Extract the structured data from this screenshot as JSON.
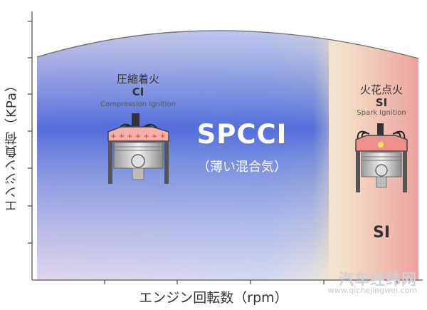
{
  "axes": {
    "y_label": "エンジン負荷（KPa）",
    "x_label": "エンジン回転数（rpm）"
  },
  "regions": {
    "spcci": {
      "title": "SPCCI",
      "subtitle": "（薄い混合気）",
      "color": "#3a5fd9"
    },
    "si": {
      "title": "SI",
      "color": "#e57373"
    }
  },
  "engines": {
    "ci": {
      "jp": "圧縮着火",
      "abbr": "CI",
      "en": "Compression Ignition"
    },
    "si": {
      "jp": "火花点火",
      "abbr": "SI",
      "en": "Spark Ignition"
    }
  },
  "watermark": {
    "main": "汽车经纬网",
    "url": "www.qichejingwei.com"
  }
}
